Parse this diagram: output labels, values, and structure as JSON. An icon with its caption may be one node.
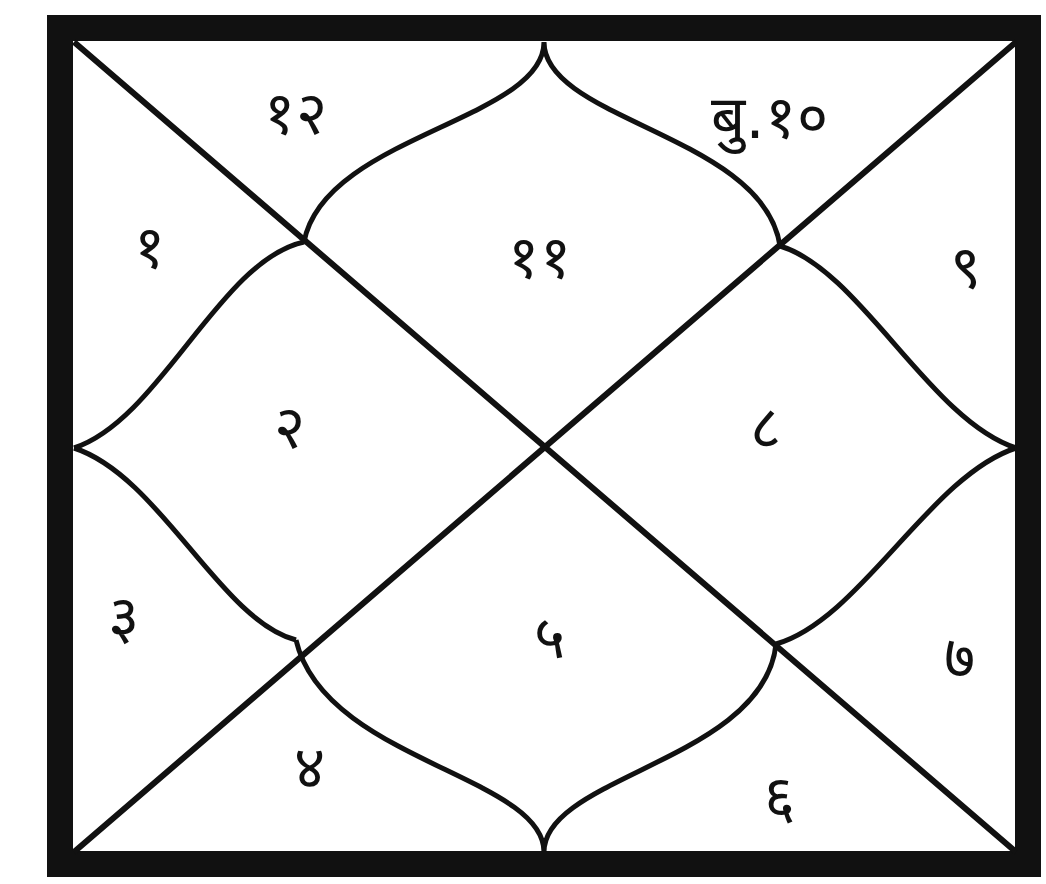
{
  "diagram": {
    "labels": [
      "१२",
      "बु.१०",
      "१",
      "११",
      "९",
      "२",
      "८",
      "३",
      "५",
      "७",
      "४",
      "६"
    ]
  }
}
